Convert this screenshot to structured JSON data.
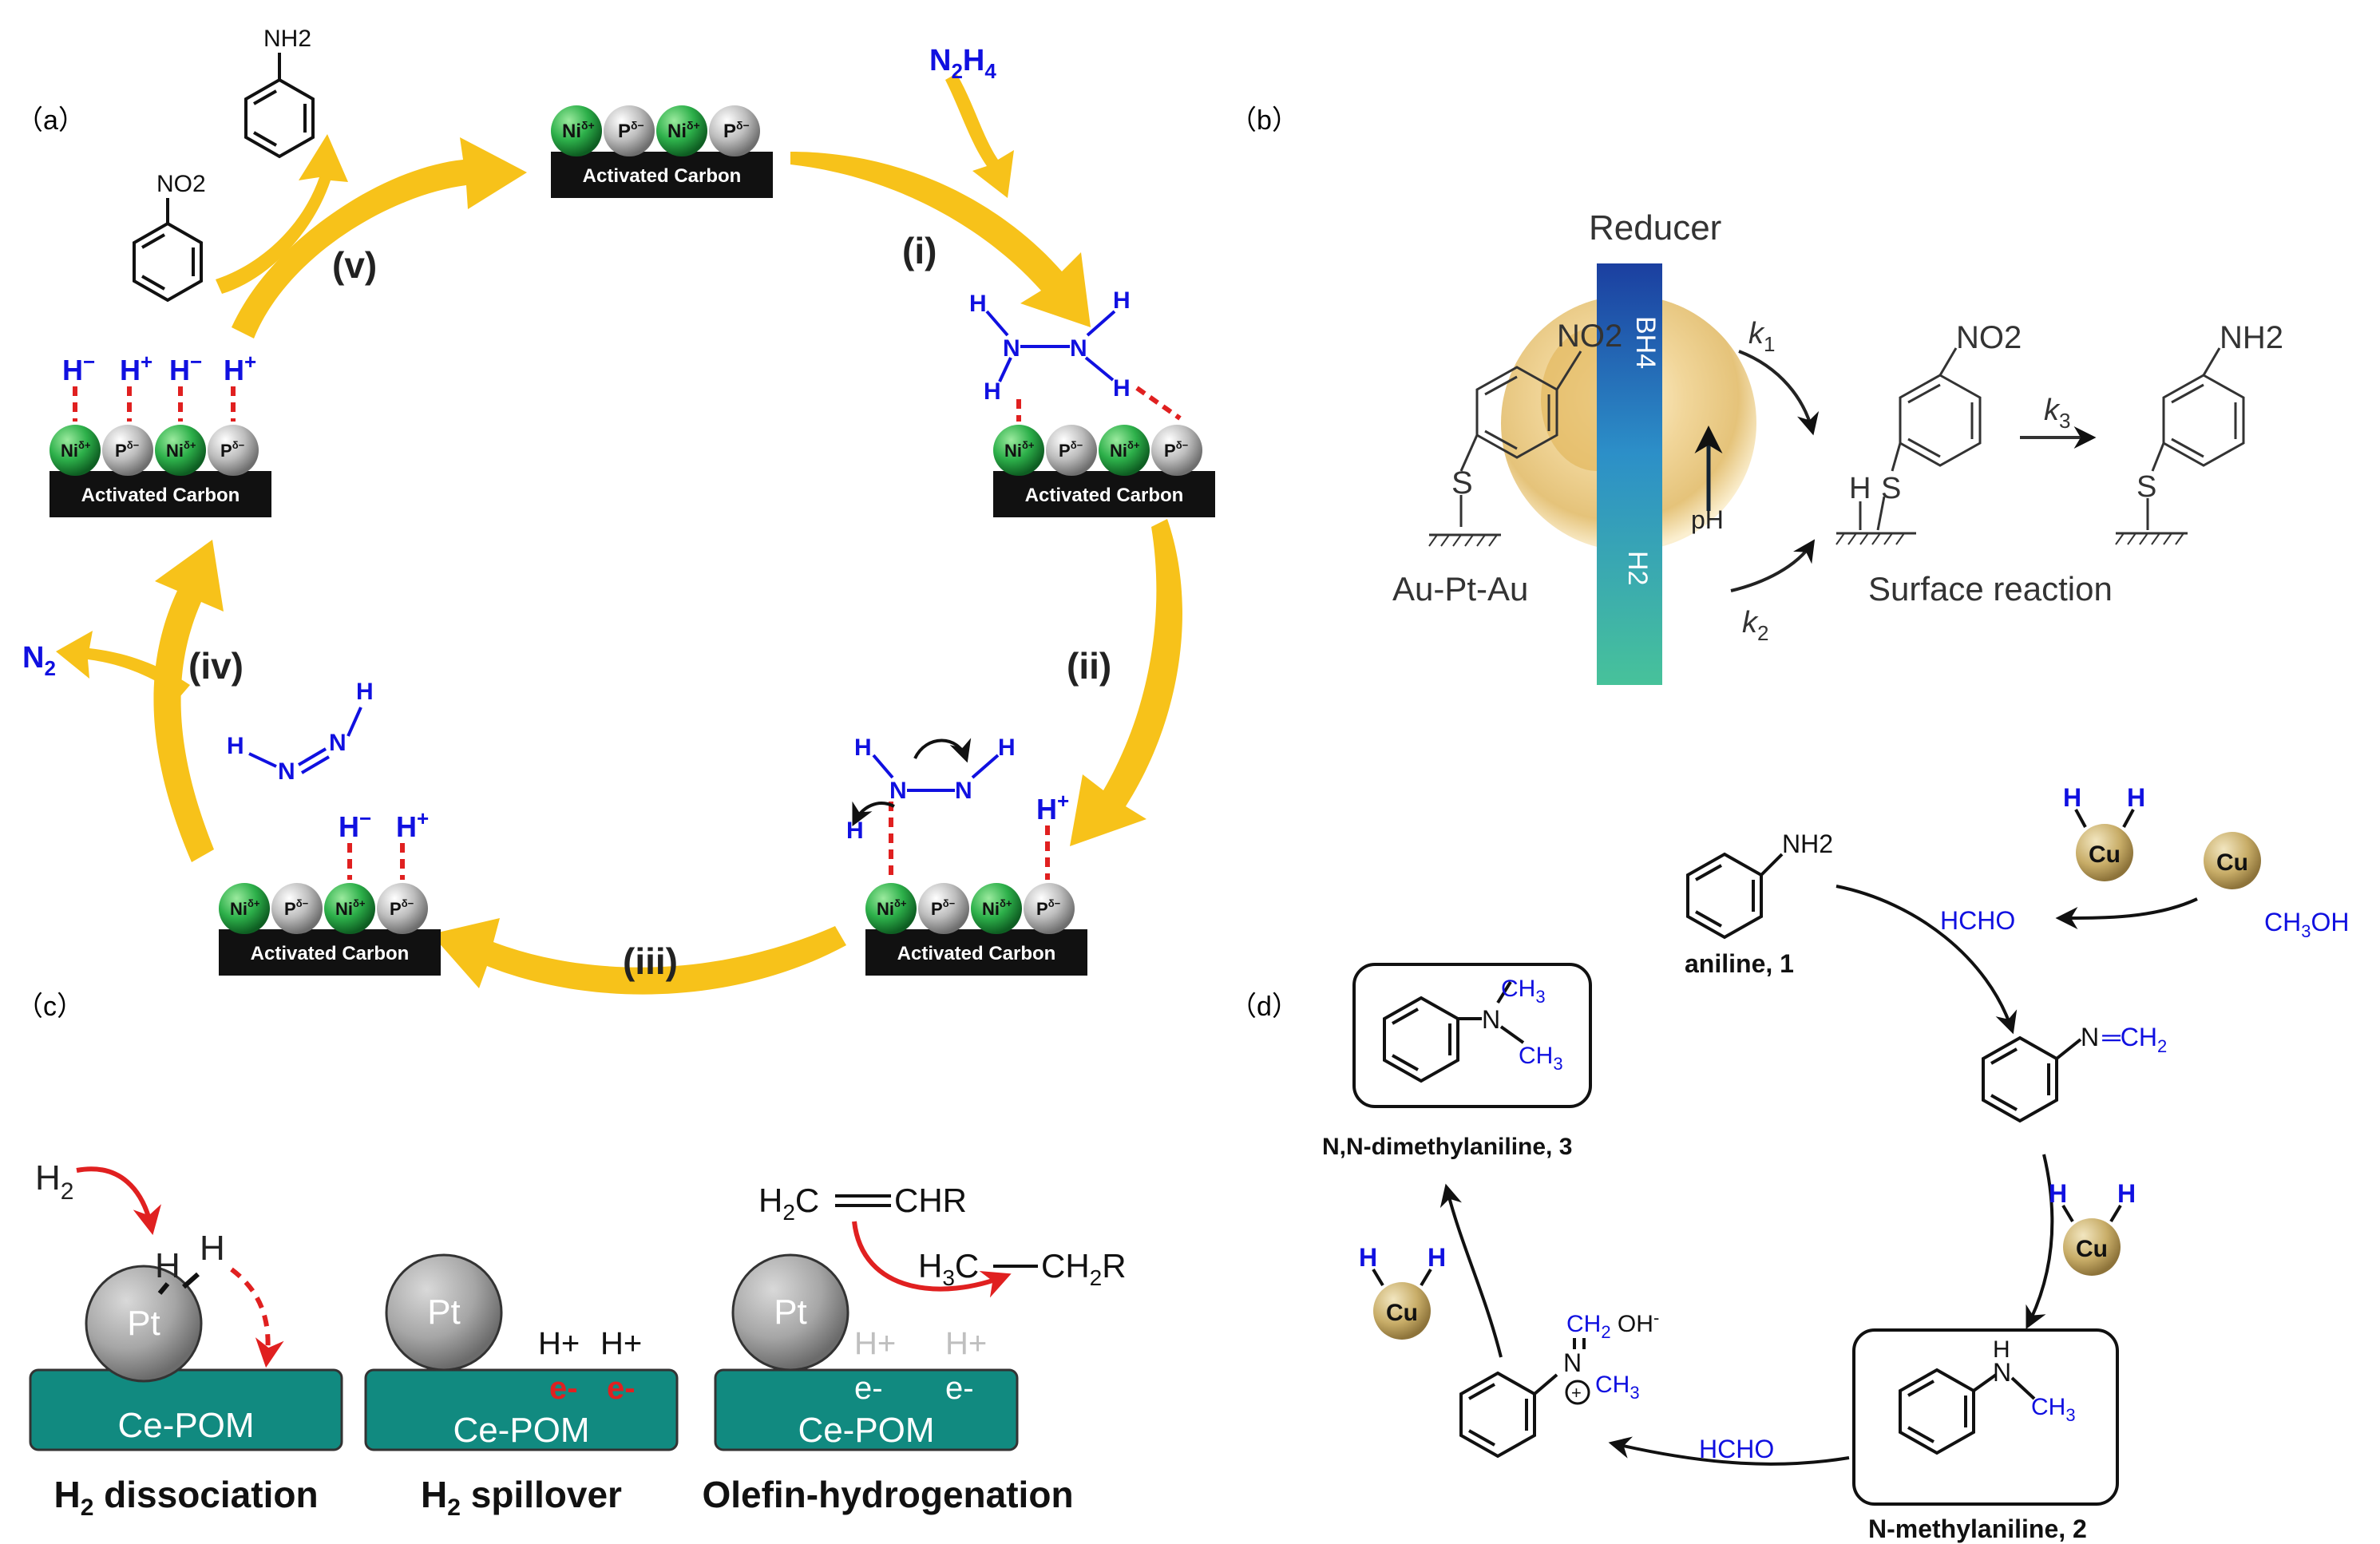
{
  "colors": {
    "yellow_arrow": "#F7C21A",
    "blue_text": "#1010E0",
    "red_bond": "#E02020",
    "ni_green": "#2DB04A",
    "p_gray": "#B8B8B8",
    "black_bar": "#111111",
    "teal_pom": "#118A80",
    "cu_gold": "#BFA15A"
  },
  "panel_labels": {
    "a": "（a）",
    "b": "（b）",
    "c": "（c）",
    "d": "（d）"
  },
  "panel_a": {
    "support_label": "Activated Carbon",
    "ni_label": "Ni",
    "ni_sup": "δ+",
    "p_label": "P",
    "p_sup": "δ−",
    "steps": [
      "(i)",
      "(ii)",
      "(iii)",
      "(iv)",
      "(v)"
    ],
    "n2h4": "N2H4",
    "n2": "N2",
    "n2h4_sub": "2",
    "n2h4_sub2": "4",
    "nitro_group": "NO2",
    "amine_group": "NH2",
    "h": "H",
    "n": "N",
    "h_minus": "H",
    "minus": "−",
    "h_plus": "H",
    "plus": "+"
  },
  "panel_b": {
    "reducer": "Reducer",
    "bh4": "BH4",
    "h2": "H2",
    "ph": "pH",
    "k1": "k1",
    "k2": "k2",
    "k3": "k3",
    "au_pt_au": "Au-Pt-Au",
    "surface_reaction": "Surface reaction",
    "no2": "NO2",
    "nh2": "NH2",
    "s": "S",
    "h": "H"
  },
  "panel_c": {
    "pt": "Pt",
    "pom": "Ce-POM",
    "h2": "H2",
    "h": "H",
    "hplus": "H+",
    "eminus": "e-",
    "alkene": "H2C══CHR",
    "alkane": "H3C—CH2R",
    "captions": [
      "H2 dissociation",
      "H2 spillover",
      "Olefin-hydrogenation"
    ]
  },
  "panel_d": {
    "cu": "Cu",
    "h": "H",
    "hcho": "HCHO",
    "ch3oh": "CH3OH",
    "nh2": "NH2",
    "aniline": "aniline, 1",
    "imine": "N═CH2",
    "n_methyl": "N-methylaniline, 2",
    "dimethyl": "N,N-dimethylaniline, 3",
    "ch3": "CH3",
    "ch2oh": "CH2 OH-",
    "n": "N"
  }
}
